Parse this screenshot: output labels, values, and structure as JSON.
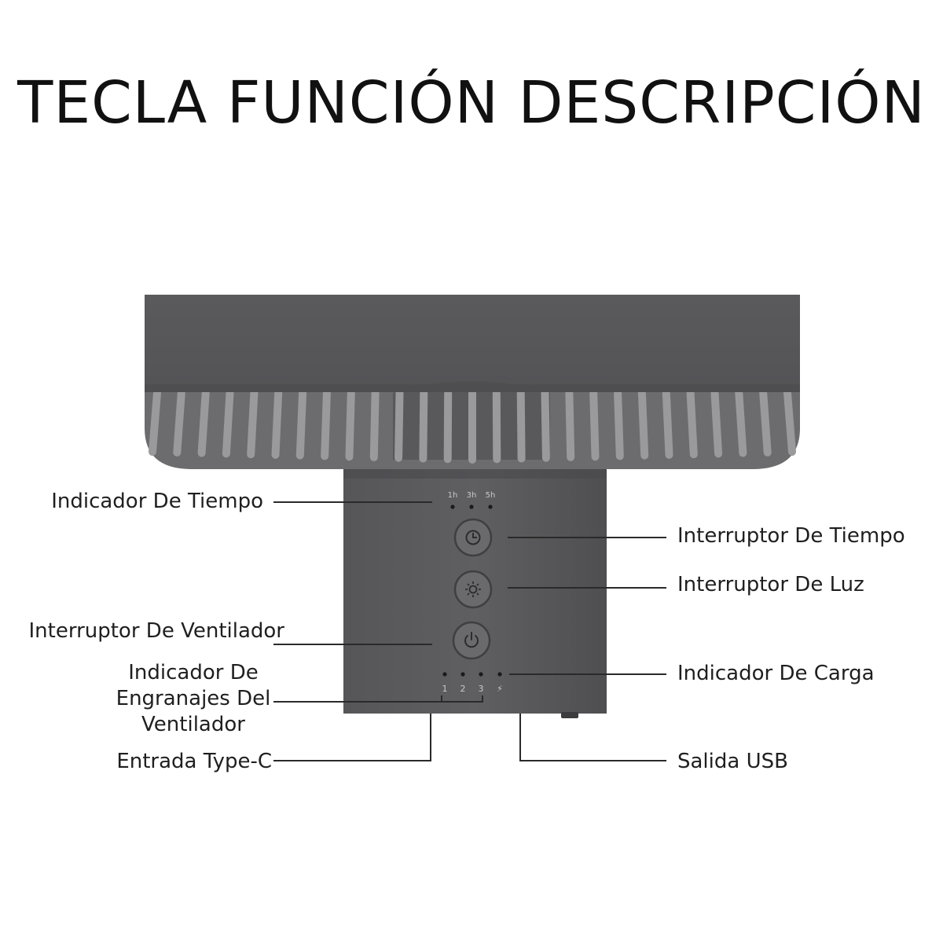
{
  "title": "TECLA FUNCIÓN DESCRIPCIÓN",
  "device": {
    "name": "Desk fan",
    "body_color": "#5b5b5e",
    "grille_color": "#8a8a8d",
    "timer_marks": [
      "1h",
      "3h",
      "5h"
    ],
    "gear_marks": [
      "1",
      "2",
      "3"
    ],
    "charge_mark": "⚡",
    "buttons": [
      {
        "icon": "clock-icon"
      },
      {
        "icon": "sun-icon"
      },
      {
        "icon": "power-icon"
      }
    ]
  },
  "labels": {
    "indicador_tiempo": "Indicador De Tiempo",
    "interruptor_tiempo": "Interruptor De Tiempo",
    "interruptor_luz": "Interruptor De Luz",
    "interruptor_ventilador": "Interruptor De Ventilador",
    "indicador_engranajes_l1": "Indicador De",
    "indicador_engranajes_l2": "Engranajes Del",
    "indicador_engranajes_l3": "Ventilador",
    "indicador_carga": "Indicador De Carga",
    "entrada_typec": "Entrada Type-C",
    "salida_usb": "Salida USB"
  }
}
